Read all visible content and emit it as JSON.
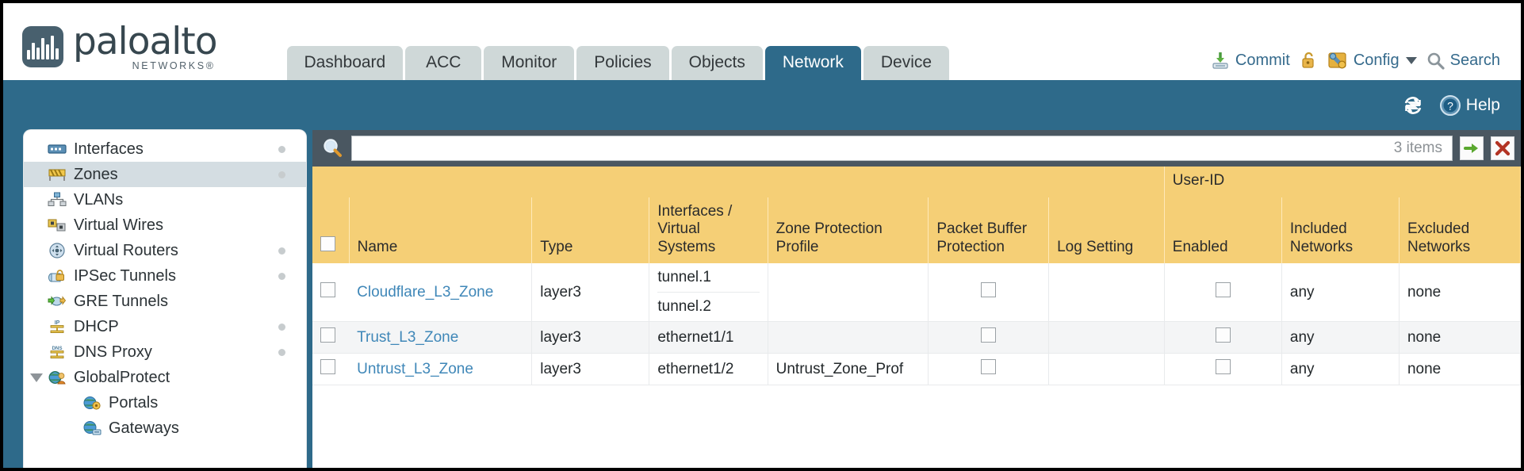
{
  "brand": {
    "name": "paloalto",
    "tagline": "NETWORKS",
    "registered": "®"
  },
  "header": {
    "tabs": [
      {
        "label": "Dashboard",
        "active": false
      },
      {
        "label": "ACC",
        "active": false
      },
      {
        "label": "Monitor",
        "active": false
      },
      {
        "label": "Policies",
        "active": false
      },
      {
        "label": "Objects",
        "active": false
      },
      {
        "label": "Network",
        "active": true
      },
      {
        "label": "Device",
        "active": false
      }
    ],
    "actions": {
      "commit": "Commit",
      "lock_icon": "padlock-icon",
      "config": "Config",
      "search": "Search"
    }
  },
  "band": {
    "refresh_icon": "refresh-icon",
    "help": "Help"
  },
  "sidebar": {
    "items": [
      {
        "label": "Interfaces",
        "icon": "interfaces-icon",
        "selected": false,
        "dot": true,
        "child": false,
        "caret": false
      },
      {
        "label": "Zones",
        "icon": "zones-icon",
        "selected": true,
        "dot": true,
        "child": false,
        "caret": false
      },
      {
        "label": "VLANs",
        "icon": "vlans-icon",
        "selected": false,
        "dot": false,
        "child": false,
        "caret": false
      },
      {
        "label": "Virtual Wires",
        "icon": "virtual-wires-icon",
        "selected": false,
        "dot": false,
        "child": false,
        "caret": false
      },
      {
        "label": "Virtual Routers",
        "icon": "virtual-routers-icon",
        "selected": false,
        "dot": true,
        "child": false,
        "caret": false
      },
      {
        "label": "IPSec Tunnels",
        "icon": "ipsec-tunnels-icon",
        "selected": false,
        "dot": true,
        "child": false,
        "caret": false
      },
      {
        "label": "GRE Tunnels",
        "icon": "gre-tunnels-icon",
        "selected": false,
        "dot": false,
        "child": false,
        "caret": false
      },
      {
        "label": "DHCP",
        "icon": "dhcp-icon",
        "selected": false,
        "dot": true,
        "child": false,
        "caret": false
      },
      {
        "label": "DNS Proxy",
        "icon": "dns-proxy-icon",
        "selected": false,
        "dot": true,
        "child": false,
        "caret": false
      },
      {
        "label": "GlobalProtect",
        "icon": "globalprotect-icon",
        "selected": false,
        "dot": false,
        "child": false,
        "caret": true
      },
      {
        "label": "Portals",
        "icon": "portals-icon",
        "selected": false,
        "dot": false,
        "child": true,
        "caret": false
      },
      {
        "label": "Gateways",
        "icon": "gateways-icon",
        "selected": false,
        "dot": false,
        "child": true,
        "caret": false
      }
    ]
  },
  "filter": {
    "search_icon": "search-magnifier-icon",
    "value": "",
    "placeholder": "",
    "item_count": "3 items",
    "apply_icon": "green-arrow-icon",
    "clear_icon": "red-x-icon"
  },
  "table": {
    "group_header": "User-ID",
    "columns": [
      "Name",
      "Type",
      "Interfaces / Virtual Systems",
      "Zone Protection Profile",
      "Packet Buffer Protection",
      "Log Setting",
      "Enabled",
      "Included Networks",
      "Excluded Networks"
    ],
    "rows": [
      {
        "name": "Cloudflare_L3_Zone",
        "type": "layer3",
        "interfaces": [
          "tunnel.1",
          "tunnel.2"
        ],
        "zone_protection_profile": "",
        "packet_buffer_protection": false,
        "log_setting": "",
        "userid_enabled": false,
        "included_networks": "any",
        "excluded_networks": "none"
      },
      {
        "name": "Trust_L3_Zone",
        "type": "layer3",
        "interfaces": [
          "ethernet1/1"
        ],
        "zone_protection_profile": "",
        "packet_buffer_protection": false,
        "log_setting": "",
        "userid_enabled": false,
        "included_networks": "any",
        "excluded_networks": "none"
      },
      {
        "name": "Untrust_L3_Zone",
        "type": "layer3",
        "interfaces": [
          "ethernet1/2"
        ],
        "zone_protection_profile": "Untrust_Zone_Prof",
        "packet_buffer_protection": false,
        "log_setting": "",
        "userid_enabled": false,
        "included_networks": "any",
        "excluded_networks": "none"
      }
    ]
  },
  "colors": {
    "brand_teal": "#2e6a8a",
    "tab_inactive": "#cfd8d8",
    "header_amber": "#f5cf76",
    "group_amber": "#e0b44f",
    "filter_bar": "#4a5761",
    "link_blue": "#3f87b8"
  }
}
